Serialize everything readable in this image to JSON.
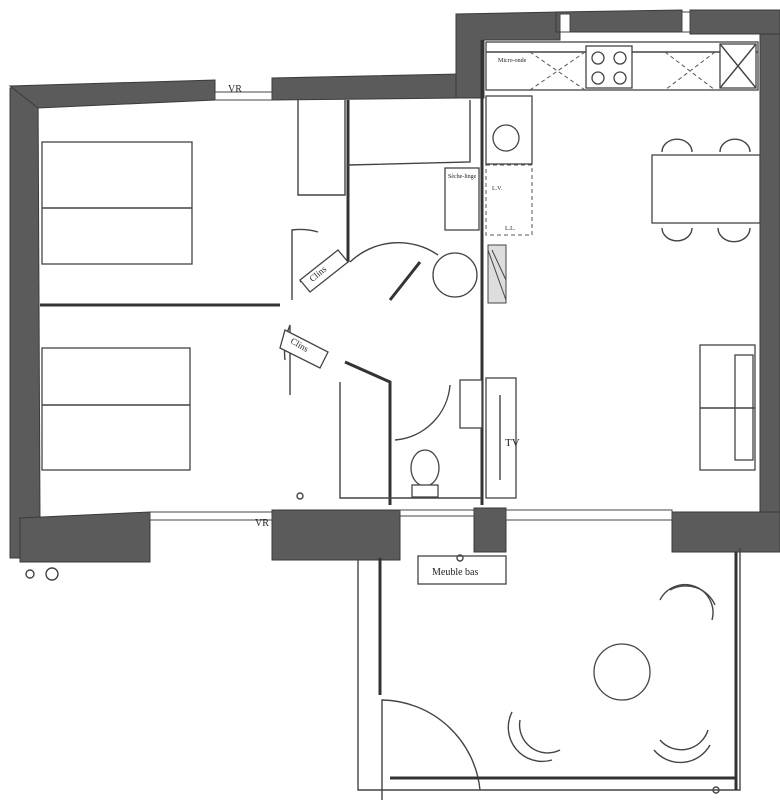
{
  "labels": {
    "vr_top": "VR",
    "vr_bottom": "VR",
    "tv": "TV",
    "placard_1": "Clins",
    "placard_2": "Clins",
    "meuble_bas": "Meuble bas",
    "micro_onde": "Micro-onde",
    "lave_linge": "L.L.",
    "seche_linge": "Sèche-linge",
    "lave_vaisselle": "L.V."
  },
  "icons": [
    "door-swing-icon",
    "sink-icon",
    "cooktop-icon",
    "toilet-icon",
    "sofa-icon",
    "chair-icon",
    "table-icon",
    "shower-icon"
  ]
}
